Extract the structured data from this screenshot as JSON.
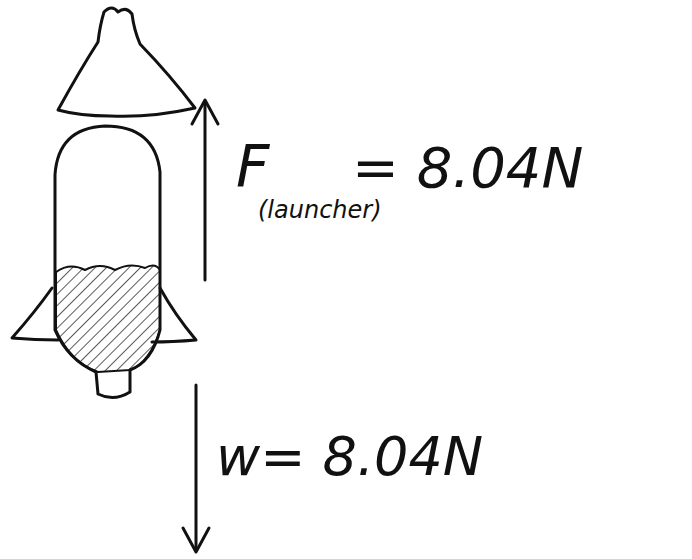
{
  "diagram": {
    "labels": [
      "F",
      "(launcher)",
      "= 8.04N",
      "w= 8.04N"
    ]
  }
}
